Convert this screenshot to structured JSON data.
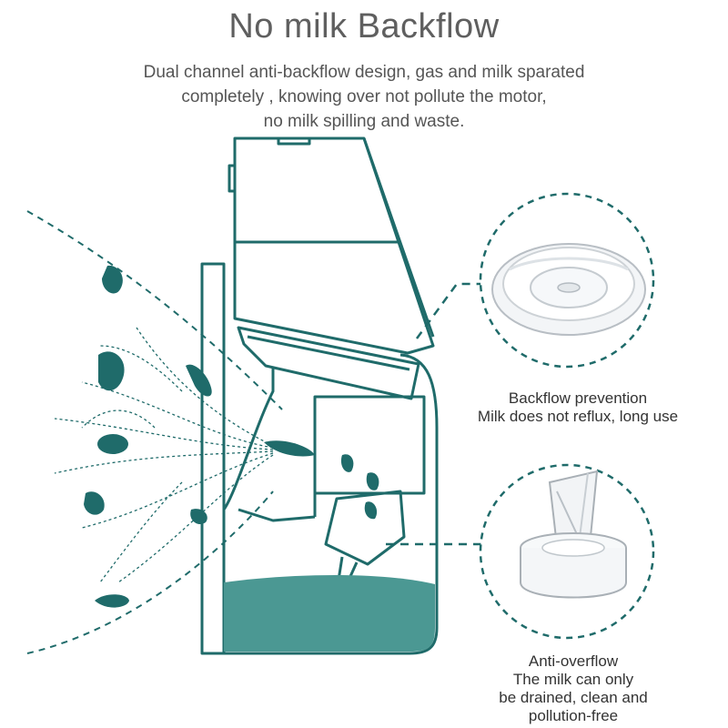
{
  "header": {
    "title": "No milk Backflow",
    "subtitle_lines": [
      "Dual channel anti-backflow design, gas and milk sparated",
      "completely , knowing over not pollute the motor,",
      "no milk spilling and waste."
    ]
  },
  "callouts": {
    "backflow": {
      "title": "Backflow prevention",
      "description": "Milk does not reflux, long use"
    },
    "overflow": {
      "title": "Anti-overflow",
      "lines": [
        "The milk can only",
        "be drained, clean and",
        "pollution-free"
      ]
    }
  },
  "colors": {
    "accent": "#1f6b6a",
    "milk": "#4b9893",
    "text_title": "#5f5f5f",
    "text_body": "#333333"
  },
  "icons": [
    "breast-outline",
    "breast-pump-illustration",
    "milk-droplet",
    "silicone-valve-disc",
    "duckbill-valve"
  ]
}
